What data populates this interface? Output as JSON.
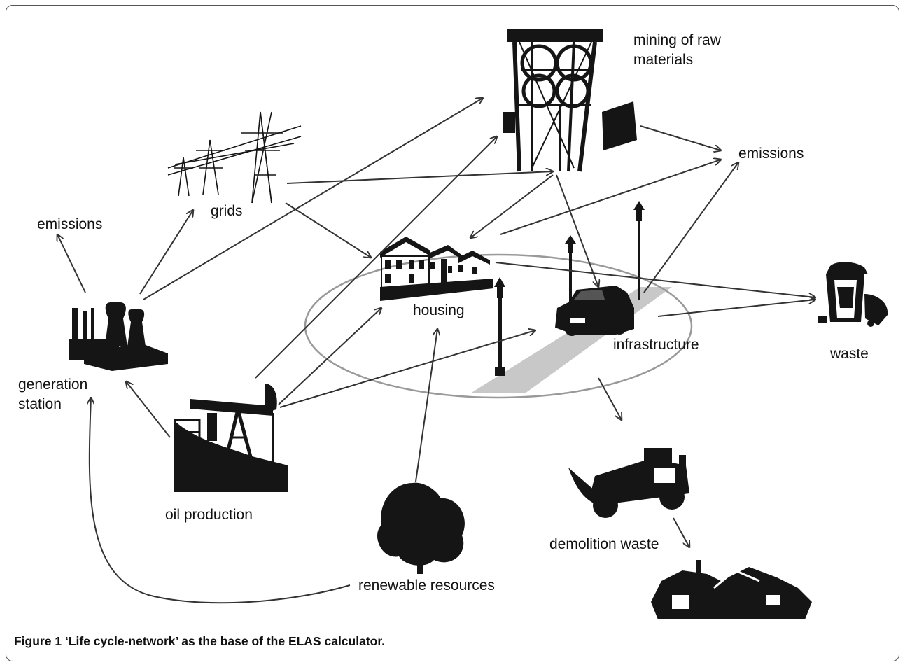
{
  "nodes": {
    "mining": {
      "label_line1": "mining of raw",
      "label_line2": "materials"
    },
    "emissions_right": {
      "label": "emissions"
    },
    "emissions_left": {
      "label": "emissions"
    },
    "grids": {
      "label": "grids"
    },
    "housing": {
      "label": "housing"
    },
    "infrastructure": {
      "label": "infrastructure"
    },
    "waste": {
      "label": "waste"
    },
    "generation_station": {
      "label_line1": "generation",
      "label_line2": "station"
    },
    "oil_production": {
      "label": "oil production"
    },
    "demolition_waste": {
      "label": "demolition waste"
    },
    "renewable_resources": {
      "label": "renewable resources"
    }
  },
  "caption": {
    "prefix": "Figure 1",
    "text": "‘Life cycle-network’ as the base of the ELAS calculator."
  },
  "colors": {
    "ink": "#151515",
    "arrow": "#333333",
    "ellipse": "#999999",
    "road": "#c8c8c8"
  }
}
